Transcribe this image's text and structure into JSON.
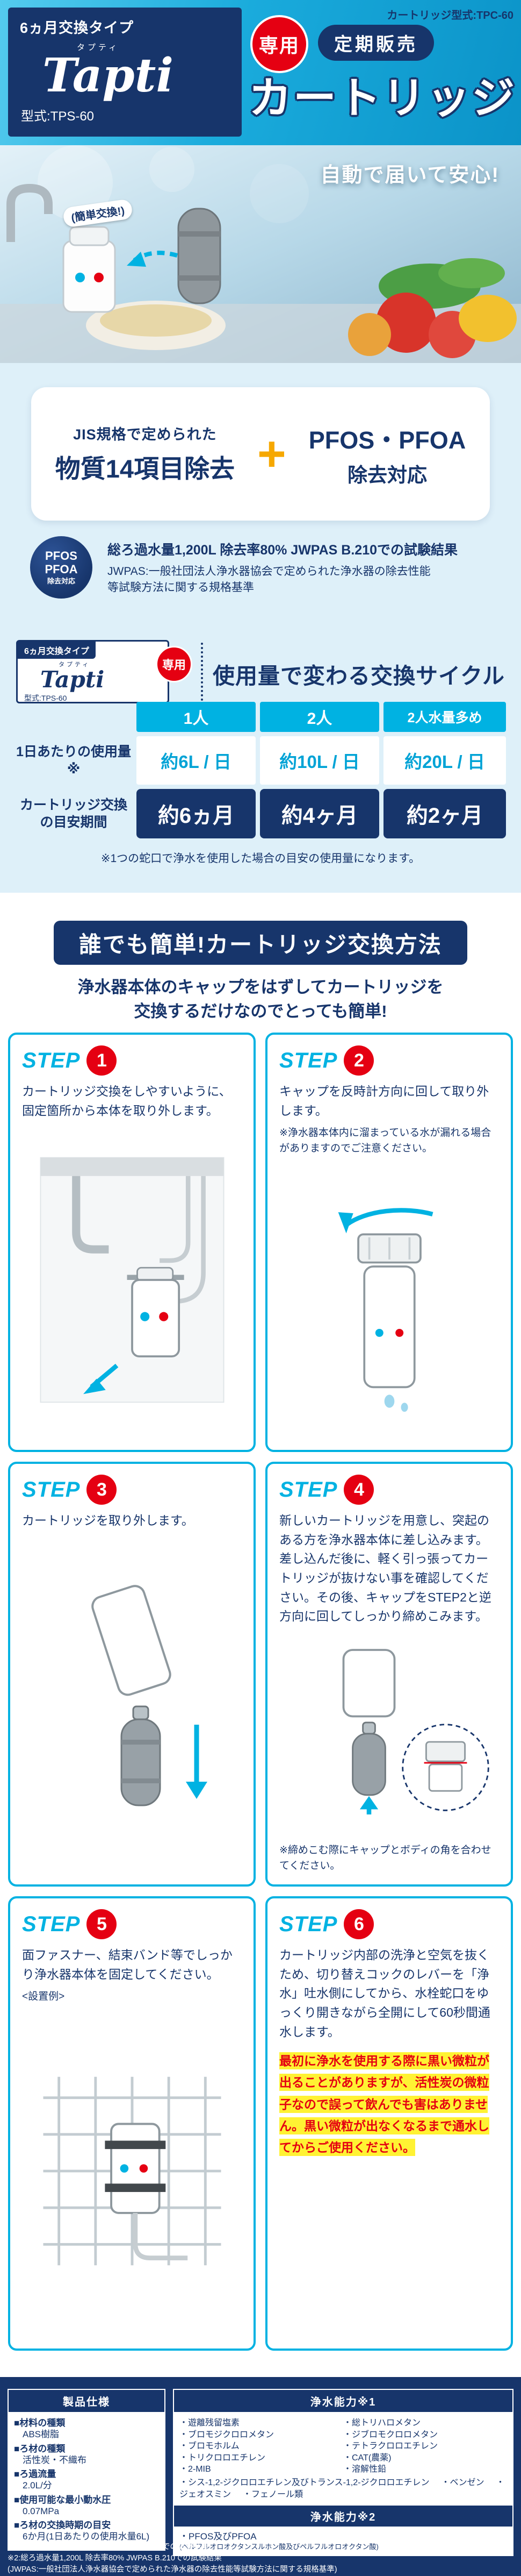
{
  "header": {
    "type_label": "6ヵ月交換タイプ",
    "brand_ruby": "タプティ",
    "brand": "Tapti",
    "model": "型式:TPS-60",
    "dedicated_badge": "専用",
    "subscription_badge": "定期販売",
    "cartridge_model": "カートリッジ型式:TPC-60",
    "title": "カートリッジ",
    "photo_caption": "自動で届いて安心!",
    "easy_exchange_label": "(簡単交換!)"
  },
  "jis": {
    "left_line1": "JIS規格で定められた",
    "left_line2": "物質14項目除去",
    "plus_sign": "+",
    "right_line1": "PFOS・PFOA",
    "right_line2": "除去対応",
    "badge_line1": "PFOS",
    "badge_line2": "PFOA",
    "badge_line3": "除去対応",
    "note_bold": "総ろ過水量1,200L 除去率80% JWPAS B.210での試験結果",
    "note_line2": "JWPAS:一般社団法人浄水器協会で定められた浄水器の除去性能",
    "note_line3": "等試験方法に関する規格基準"
  },
  "cycle": {
    "logo_type": "6ヵ月交換タイプ",
    "logo_ruby": "タプティ",
    "logo_brand": "Tapti",
    "logo_model": "型式:TPS-60",
    "dedicated_badge": "専用",
    "title": "使用量で変わる交換サイクル",
    "columns": [
      "1人",
      "2人",
      "2人水量多め"
    ],
    "row1_label": "1日あたりの使用量 ※",
    "row2_label": "カートリッジ交換の目安期間",
    "daily": [
      "約6L / 日",
      "約10L / 日",
      "約20L / 日"
    ],
    "period": [
      "約6ヵ月",
      "約4ヶ月",
      "約2ヶ月"
    ],
    "note": "※1つの蛇口で浄水を使用した場合の目安の使用量になります。"
  },
  "method": {
    "banner": "誰でも簡単!カートリッジ交換方法",
    "subtitle_line1": "浄水器本体のキャップをはずしてカートリッジを",
    "subtitle_line2": "交換するだけなのでとっても簡単!",
    "step_word": "STEP",
    "steps": [
      {
        "num": "1",
        "text": "カートリッジ交換をしやすいように、固定箇所から本体を取り外します。"
      },
      {
        "num": "2",
        "text": "キャップを反時計方向に回して取り外します。",
        "note": "※浄水器本体内に溜まっている水が漏れる場合がありますのでご注意ください。"
      },
      {
        "num": "3",
        "text": "カートリッジを取り外します。"
      },
      {
        "num": "4",
        "text": "新しいカートリッジを用意し、突起のある方を浄水器本体に差し込みます。差し込んだ後に、軽く引っ張ってカートリッジが抜けない事を確認してください。その後、キャップをSTEP2と逆方向に回してしっかり締めこみます。",
        "note": "※締めこむ際にキャップとボディの角を合わせてください。"
      },
      {
        "num": "5",
        "text": "面ファスナー、結束バンド等でしっかり浄水器本体を固定してください。",
        "note": "<設置例>"
      },
      {
        "num": "6",
        "text": "カートリッジ内部の洗浄と空気を抜くため、切り替えコックのレバーを「浄水」吐水側にしてから、水栓蛇口をゆっくり開きながら全開にして60秒間通水します。",
        "warning": "最初に浄水を使用する際に黒い微粒が出ることがありますが、活性炭の微粒子なので誤って飲んでも害はありません。黒い微粒が出なくなるまで通水してからご使用ください。"
      }
    ]
  },
  "specs": {
    "left_header": "製品仕様",
    "left_items": [
      {
        "label": "■材料の種類",
        "value": "ABS樹脂"
      },
      {
        "label": "■ろ材の種類",
        "value": "活性炭・不織布"
      },
      {
        "label": "■ろ過流量",
        "value": "2.0L/分"
      },
      {
        "label": "■使用可能な最小動水圧",
        "value": "0.07MPa"
      },
      {
        "label": "■ろ材の交換時期の目安",
        "value": "6か月(1日あたりの使用水量6L)"
      }
    ],
    "right_header": "浄水能力※1",
    "col1": [
      "・遊離残留塩素",
      "・ブロモジクロロメタン",
      "・ブロモホルム",
      "・トリクロロエチレン",
      "・2-MIB"
    ],
    "col2": [
      "・総トリハロメタン",
      "・ジブロモクロロメタン",
      "・テトラクロロエチレン",
      "・CAT(農薬)",
      "・溶解性鉛"
    ],
    "extra1": "・シス-1,2-ジクロロエチレン及びトランス-1,2-ジクロロエチレン",
    "extra2": "・ベンゼン",
    "extra3": "・ジェオスミン",
    "extra4": "・フェノール類",
    "header2": "浄水能力※2",
    "pfos_item": "・PFOS及びPFOA",
    "pfos_detail": "(ペルフルオロオクタンスルホン酸及びペルフルオロオクタン酸)",
    "footnote1": "※1:総ろ過水量1,200L 除去率80% JIS S3201での試験結果",
    "footnote2": "※2:総ろ過水量1,200L 除去率80% JWPAS B.210での試験結果",
    "footnote3": "(JWPAS:一般社団法人浄水器協会で定められた浄水器の除去性能等試験方法に関する規格基準)"
  }
}
